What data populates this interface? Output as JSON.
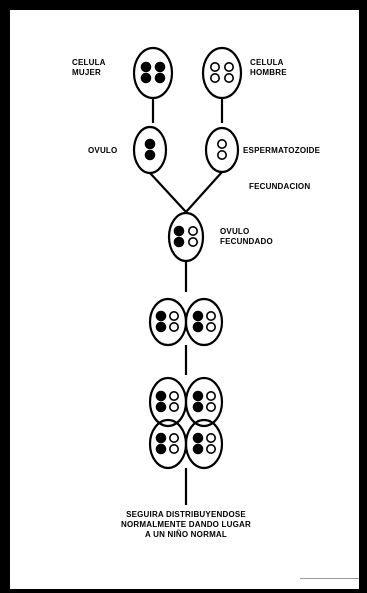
{
  "labels": {
    "celula_mujer": "CELULA\nMUJER",
    "celula_hombre": "CELULA\nHOMBRE",
    "ovulo": "OVULO",
    "espermatozoide": "ESPERMATOZOIDE",
    "fecundacion": "FECUNDACION",
    "ovulo_fecundado": "OVULO\nFECUNDADO",
    "caption": "SEGUIRA DISTRIBUYENDOSE\nNORMALMENTE DANDO LUGAR\nA UN NIÑO NORMAL"
  },
  "colors": {
    "ink": "#000000",
    "paper": "#ffffff",
    "border": "#000000"
  }
}
